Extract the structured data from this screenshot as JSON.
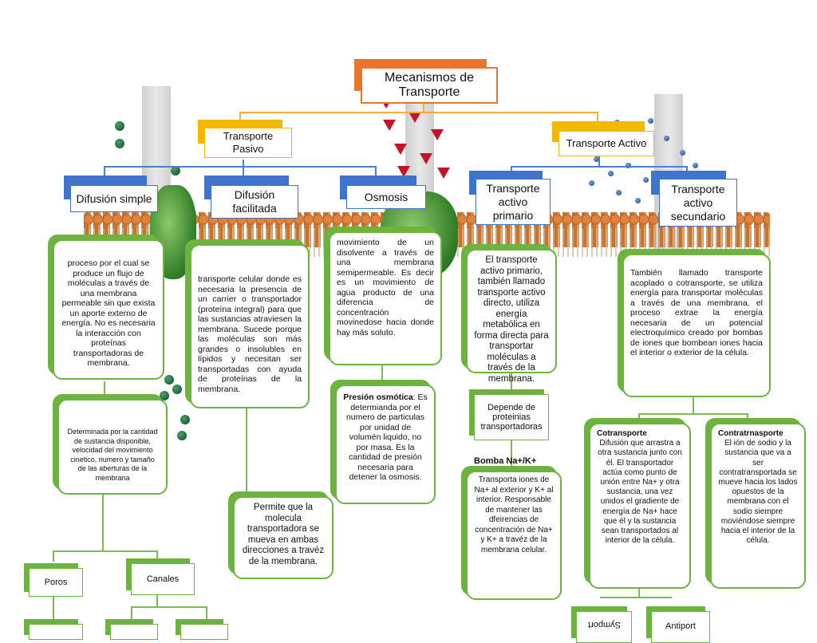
{
  "title": "Mecanismos de Transporte",
  "level1": {
    "pasivo": "Transporte Pasivo",
    "activo": "Transporte Activo"
  },
  "level2": {
    "difusion_simple": "Difusión simple",
    "difusion_facilitada": "Difusión facilitada",
    "osmosis": "Osmosis",
    "activo_primario": "Transporte activo primario",
    "activo_secundario": "Transporte activo secundario"
  },
  "descriptions": {
    "difusion_simple": "proceso por el cual se produce un flujo de moléculas a través de una membrana permeable sin que exista un aporte externo de energía. No es necesaria la interacción con proteínas transportadoras de membrana.",
    "difusion_simple_detail": "Determinada por la cantidad de sustancia disponible, velocidad del movimiento cinetico, numero y tamaño de las aberturas de la membrana",
    "difusion_facilitada": "transporte celular donde es necesaria la presencia de un carrier o transportador (proteína integral) para que las sustancias atraviesen la membrana. Sucede porque las moléculas son más grandes o insolubles en lípidos y necesitan ser transportadas con ayuda de proteínas de la membrana.",
    "difusion_facilitada_detail": "Permite que la molecula transportadora se mueva en ambas direcciones a travéz de la membrana.",
    "osmosis": "movimiento de un disolvente a través de una membrana semipermeable. Es decir es un movimiento de agua producto de una diferencia de concentración movinedose hacia donde hay más soluto.",
    "presion_title": "Presión osmótica",
    "presion_text": ": Es determianda por el numero de particulas por unidad de volumén liquido, no por masa. Es la cantidad de presión necesaria para detener la osmosis.",
    "activo_primario": "El transporte activo primario, también llamado transporte activo directo, utiliza energía metabólica en forma directa para transportar moléculas a través de la membrana.",
    "depende": "Depende de proteinias transportadoras",
    "bomba_title": "Bomba Na+/K+",
    "bomba_text": "Transporta iones de Na+ al exterior y K+ al interior. Responsable de mantener las dfeirencias de concentración de Na+ y K+ a travéz de la membrana celular.",
    "activo_secundario": "También llamado transporte acoplado o cotransporte, se utiliza energía para transportar moléculas a través de una membrana, el proceso extrae la energía necesaria de un potencial electroquímico creado por bombas de iones que bombean iones hacia el interior o exterior de la célula.",
    "cotransporte_title": "Cotransporte",
    "cotransporte_text": "Difusión que arrastra a otra sustancia junto con él. El transportador actúa como punto de unión entre Na+ y otra sustancia, una vez unidos el gradiente de energía de Na+ hace que él y la sustancia sean transportados al interior de la célula.",
    "contra_title": "Contratrnasporte",
    "contra_text": "El ión de sodio y la sustancia que va a ser contratransportada se mueve hacia los lados opuestos de la membrana con el sodio siempre moviéndose siempre hacia el interior de la célula."
  },
  "leaves": {
    "poros": "Poros",
    "canales": "Canales",
    "symport": "Symport",
    "antiport": "Antiport"
  },
  "colors": {
    "orange": "#e9762b",
    "yellow": "#f5b800",
    "blue": "#3f73cc",
    "green": "#6db33f"
  }
}
